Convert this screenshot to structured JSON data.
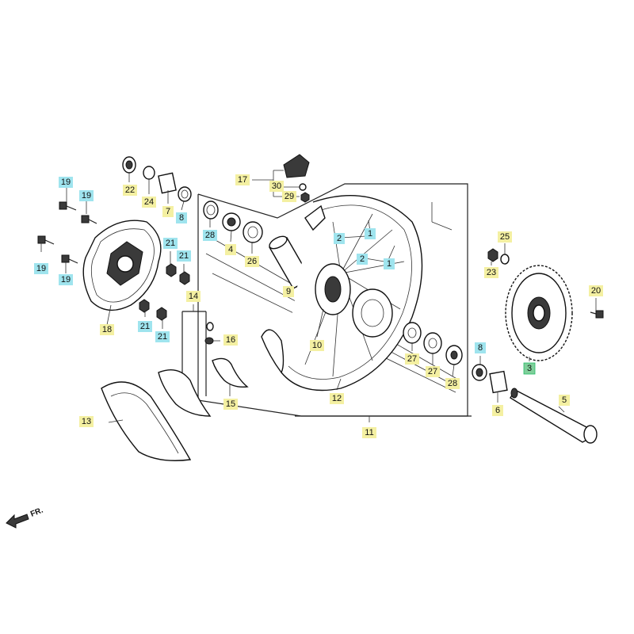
{
  "callouts": {
    "p1a": "1",
    "p1b": "1",
    "p2a": "2",
    "p2b": "2",
    "p3": "3",
    "p4": "4",
    "p5": "5",
    "p6": "6",
    "p7": "7",
    "p8a": "8",
    "p8b": "8",
    "p9": "9",
    "p10": "10",
    "p11": "11",
    "p12": "12",
    "p13": "13",
    "p14": "14",
    "p15": "15",
    "p16": "16",
    "p17": "17",
    "p18": "18",
    "p19a": "19",
    "p19b": "19",
    "p19c": "19",
    "p19d": "19",
    "p20": "20",
    "p21a": "21",
    "p21b": "21",
    "p21c": "21",
    "p21d": "21",
    "p22": "22",
    "p23": "23",
    "p24": "24",
    "p25": "25",
    "p26": "26",
    "p27a": "27",
    "p27b": "27",
    "p28a": "28",
    "p28b": "28",
    "p29": "29",
    "p30": "30"
  },
  "direction": "FR.",
  "colors": {
    "tag_yellow": "#f4f0a2",
    "tag_cyan": "#9fe4ee",
    "tag_green": "#7fcf9a"
  }
}
